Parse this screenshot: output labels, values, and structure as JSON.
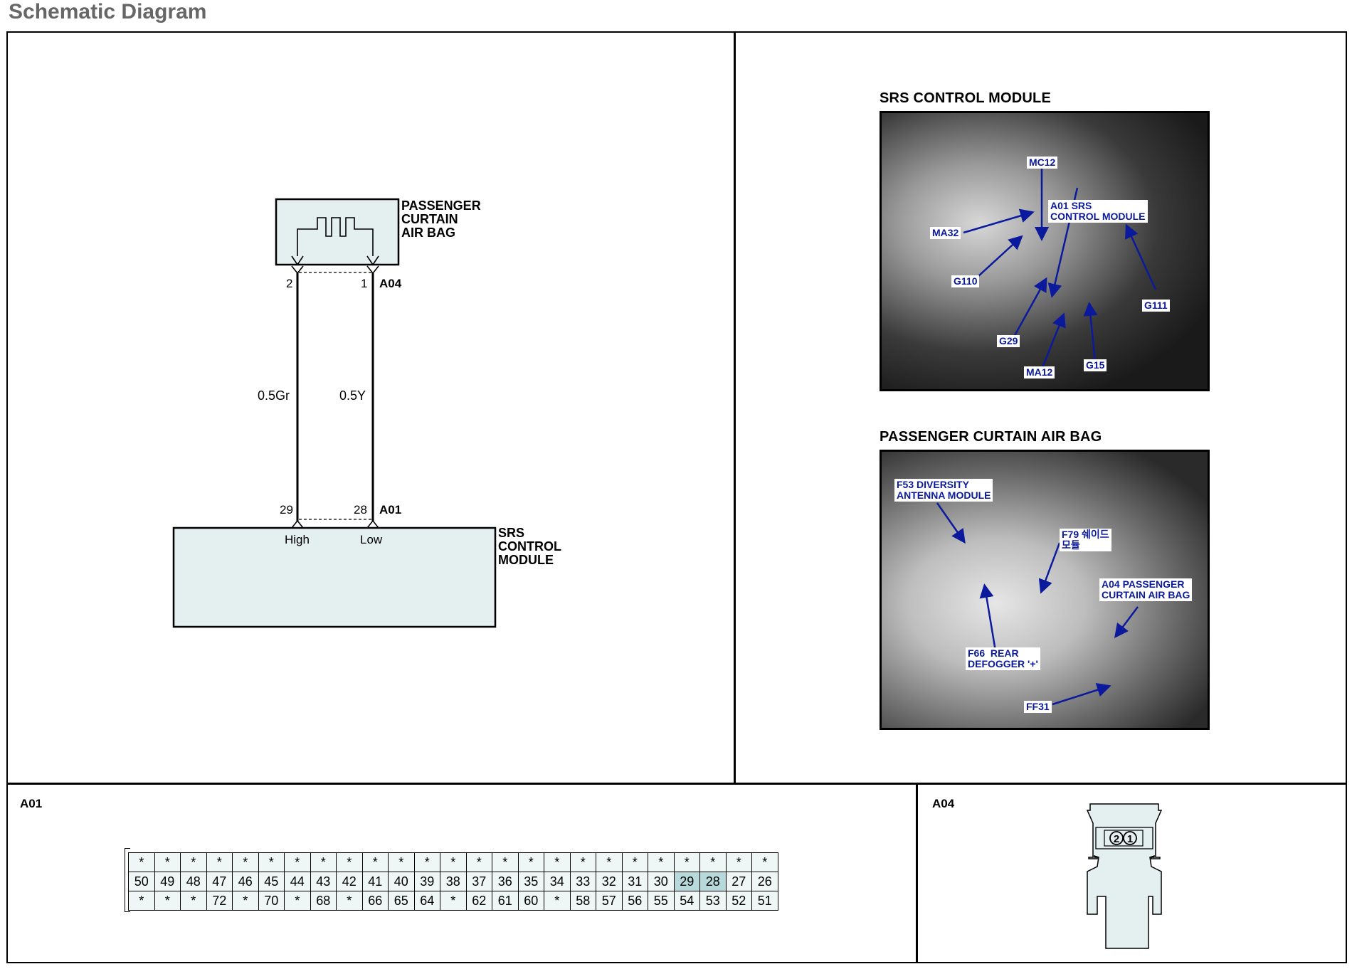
{
  "page_title": "Schematic Diagram",
  "schematic": {
    "airbag_label": [
      "PASSENGER",
      "CURTAIN",
      "AIR BAG"
    ],
    "airbag_connector": "A04",
    "airbag_pin_left": "2",
    "airbag_pin_right": "1",
    "wire_left": "0.5Gr",
    "wire_right": "0.5Y",
    "module_pin_left": "29",
    "module_pin_right": "28",
    "module_connector": "A01",
    "module_pin_left_name": "High",
    "module_pin_right_name": "Low",
    "module_label": [
      "SRS",
      "CONTROL",
      "MODULE"
    ]
  },
  "photos": {
    "srs_title": "SRS CONTROL MODULE",
    "srs_labels": {
      "mc12": "MC12",
      "a01": "A01 SRS\nCONTROL MODULE",
      "ma32": "MA32",
      "g110": "G110",
      "g111": "G111",
      "g29": "G29",
      "ma12": "MA12",
      "g15": "G15"
    },
    "curtain_title": "PASSENGER CURTAIN AIR BAG",
    "curtain_labels": {
      "f53": "F53 DIVERSITY\nANTENNA MODULE",
      "f79": "F79 쉐이드\n모듈",
      "a04": "A04 PASSENGER\nCURTAIN AIR BAG",
      "f66": "F66  REAR\nDEFOGGER '+'",
      "ff31": "FF31"
    }
  },
  "connector_a01": {
    "label": "A01",
    "rows": [
      [
        "*",
        "*",
        "*",
        "*",
        "*",
        "*",
        "*",
        "*",
        "*",
        "*",
        "*",
        "*",
        "*",
        "*",
        "*",
        "*",
        "*",
        "*",
        "*",
        "*",
        "*",
        "*",
        "*",
        "*",
        "*"
      ],
      [
        "50",
        "49",
        "48",
        "47",
        "46",
        "45",
        "44",
        "43",
        "42",
        "41",
        "40",
        "39",
        "38",
        "37",
        "36",
        "35",
        "34",
        "33",
        "32",
        "31",
        "30",
        "29",
        "28",
        "27",
        "26"
      ],
      [
        "*",
        "*",
        "*",
        "72",
        "*",
        "70",
        "*",
        "68",
        "*",
        "66",
        "65",
        "64",
        "*",
        "62",
        "61",
        "60",
        "*",
        "58",
        "57",
        "56",
        "55",
        "54",
        "53",
        "52",
        "51"
      ]
    ],
    "highlighted": [
      "29",
      "28"
    ]
  },
  "connector_a04": {
    "label": "A04",
    "pin_2": "2",
    "pin_1": "1"
  },
  "colors": {
    "fill": "#e4f0f0",
    "highlight": "#b7d9dc",
    "photo_label_text": "#0b1a9c",
    "title_gray": "#666666"
  }
}
